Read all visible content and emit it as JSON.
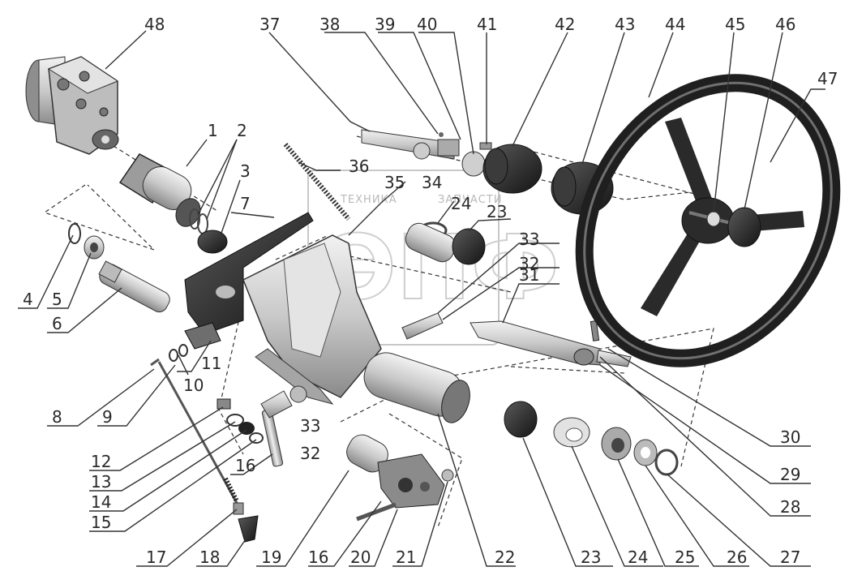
{
  "watermark": {
    "line1": "ТЕХНИКА",
    "line2": "ЗАПЧАСТИ",
    "letters": "ЭПФ"
  },
  "labels": [
    {
      "id": "l1",
      "text": "1"
    },
    {
      "id": "l2",
      "text": "2"
    },
    {
      "id": "l3",
      "text": "3"
    },
    {
      "id": "l4",
      "text": "4"
    },
    {
      "id": "l5",
      "text": "5"
    },
    {
      "id": "l6",
      "text": "6"
    },
    {
      "id": "l7",
      "text": "7"
    },
    {
      "id": "l8",
      "text": "8"
    },
    {
      "id": "l9",
      "text": "9"
    },
    {
      "id": "l10",
      "text": "10"
    },
    {
      "id": "l11",
      "text": "11"
    },
    {
      "id": "l12",
      "text": "12"
    },
    {
      "id": "l13",
      "text": "13"
    },
    {
      "id": "l14",
      "text": "14"
    },
    {
      "id": "l15",
      "text": "15"
    },
    {
      "id": "l16a",
      "text": "16"
    },
    {
      "id": "l16b",
      "text": "16"
    },
    {
      "id": "l17",
      "text": "17"
    },
    {
      "id": "l18",
      "text": "18"
    },
    {
      "id": "l19",
      "text": "19"
    },
    {
      "id": "l20",
      "text": "20"
    },
    {
      "id": "l21",
      "text": "21"
    },
    {
      "id": "l22",
      "text": "22"
    },
    {
      "id": "l23a",
      "text": "23"
    },
    {
      "id": "l23b",
      "text": "23"
    },
    {
      "id": "l24a",
      "text": "24"
    },
    {
      "id": "l24b",
      "text": "24"
    },
    {
      "id": "l25",
      "text": "25"
    },
    {
      "id": "l26",
      "text": "26"
    },
    {
      "id": "l27",
      "text": "27"
    },
    {
      "id": "l28",
      "text": "28"
    },
    {
      "id": "l29",
      "text": "29"
    },
    {
      "id": "l30",
      "text": "30"
    },
    {
      "id": "l31",
      "text": "31"
    },
    {
      "id": "l32a",
      "text": "32"
    },
    {
      "id": "l32b",
      "text": "32"
    },
    {
      "id": "l33a",
      "text": "33"
    },
    {
      "id": "l33b",
      "text": "33"
    },
    {
      "id": "l34",
      "text": "34"
    },
    {
      "id": "l35",
      "text": "35"
    },
    {
      "id": "l36",
      "text": "36"
    },
    {
      "id": "l37",
      "text": "37"
    },
    {
      "id": "l38",
      "text": "38"
    },
    {
      "id": "l39",
      "text": "39"
    },
    {
      "id": "l40",
      "text": "40"
    },
    {
      "id": "l41",
      "text": "41"
    },
    {
      "id": "l42",
      "text": "42"
    },
    {
      "id": "l43",
      "text": "43"
    },
    {
      "id": "l44",
      "text": "44"
    },
    {
      "id": "l45",
      "text": "45"
    },
    {
      "id": "l46",
      "text": "46"
    },
    {
      "id": "l47",
      "text": "47"
    },
    {
      "id": "l48",
      "text": "48"
    }
  ]
}
